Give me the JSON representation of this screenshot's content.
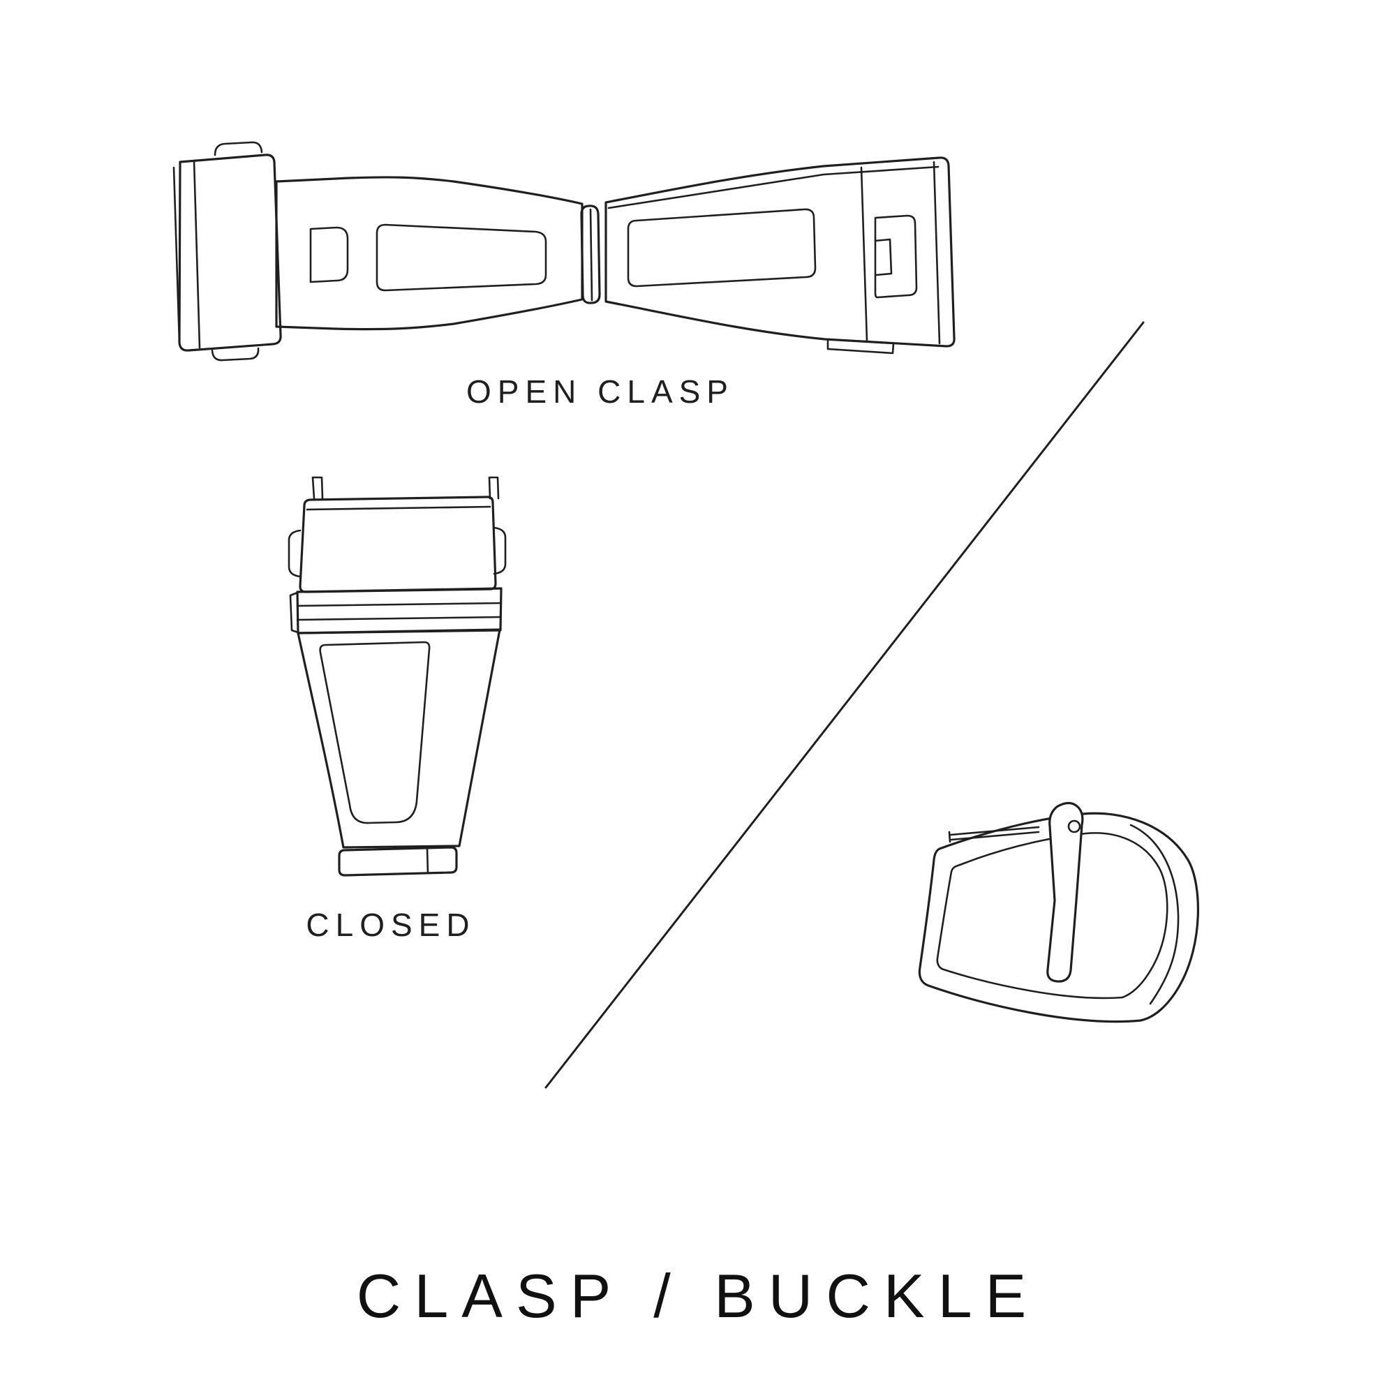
{
  "page": {
    "background_color": "#ffffff",
    "ink_color": "#1f1f1f"
  },
  "diagram": {
    "title": "CLASP / BUCKLE",
    "labels": {
      "open_clasp": "OPEN CLASP",
      "closed_clasp": "CLOSED"
    },
    "illustrations": [
      {
        "id": "open-clasp",
        "description": "watch deployant clasp shown open, flattened"
      },
      {
        "id": "closed-clasp",
        "description": "watch clasp shown closed, top view"
      },
      {
        "id": "tang-buckle",
        "description": "watch strap tang buckle"
      }
    ],
    "divider": {
      "id": "diagonal-line",
      "description": "diagonal line separating clasp drawings from buckle drawing"
    }
  }
}
